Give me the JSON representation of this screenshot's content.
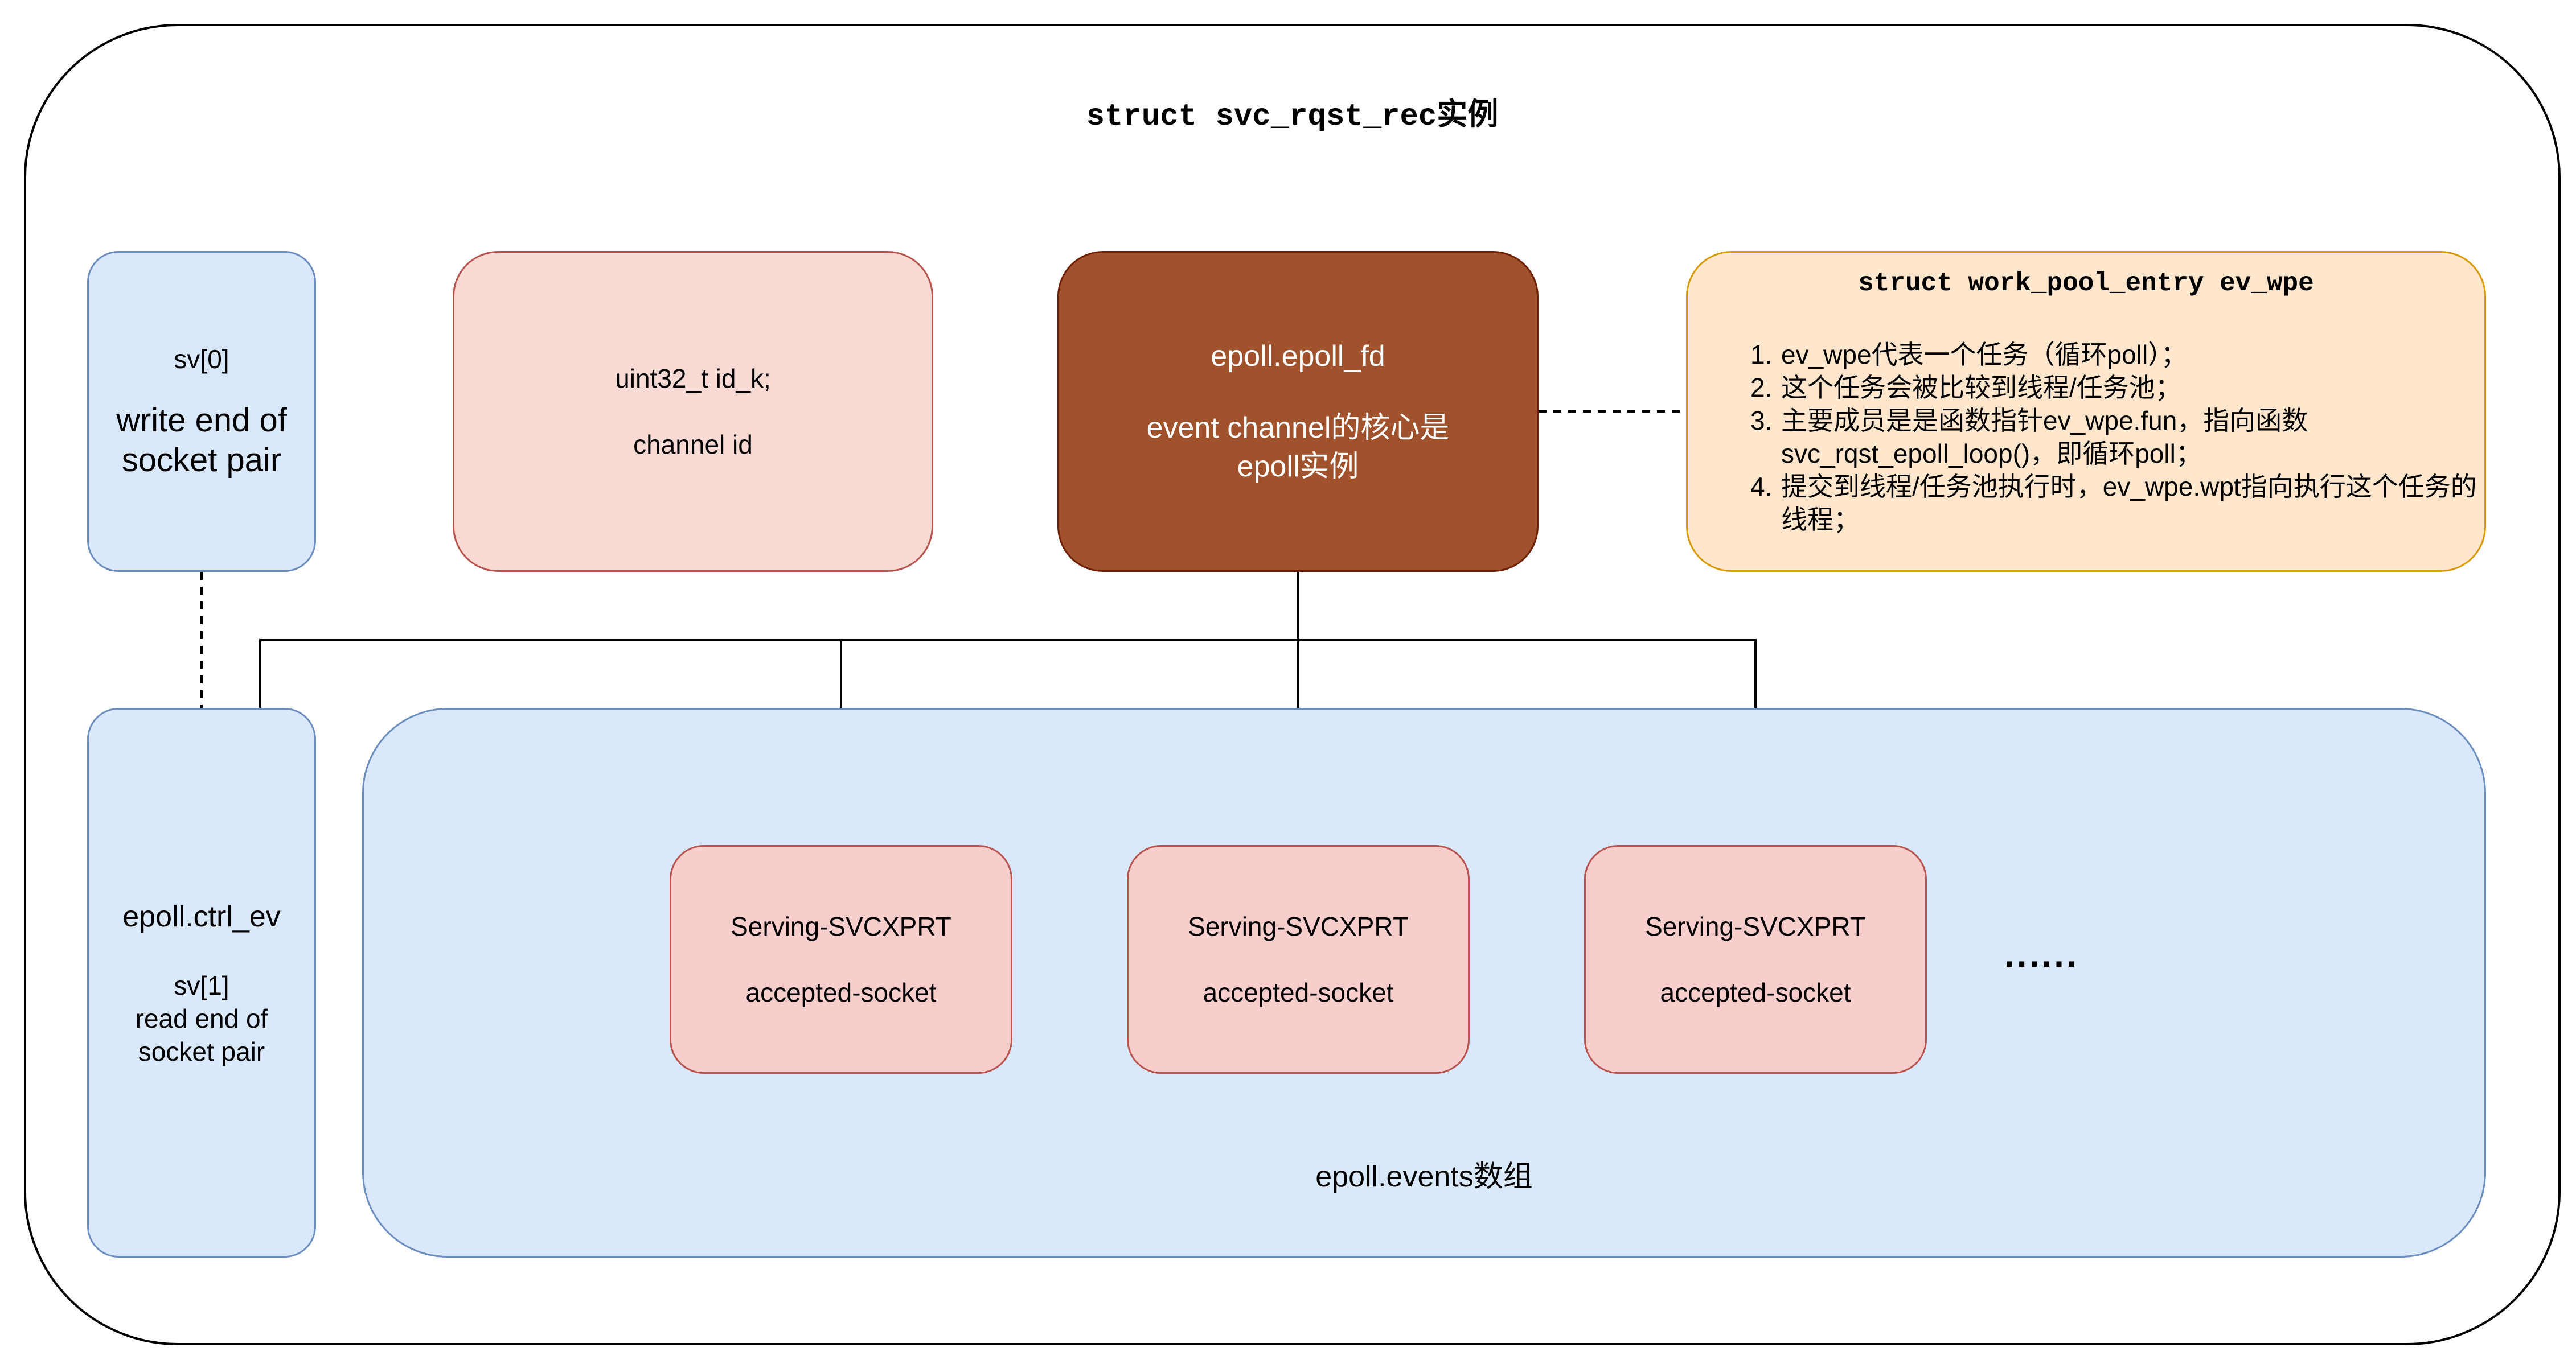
{
  "diagram": {
    "title": "struct svc_rqst_rec实例",
    "sv0": {
      "line1": "sv[0]",
      "line2": "write end of",
      "line3": "socket pair"
    },
    "id_k": {
      "line1": "uint32_t id_k;",
      "line2": "channel id"
    },
    "epoll_fd": {
      "line1": "epoll.epoll_fd",
      "line2": "event channel的核心是",
      "line3": "epoll实例"
    },
    "work_pool_entry": {
      "title": "struct work_pool_entry ev_wpe",
      "items": [
        {
          "num": "1.",
          "text": "ev_wpe代表一个任务（循环poll）；"
        },
        {
          "num": "2.",
          "text": "这个任务会被比较到线程/任务池；"
        },
        {
          "num": "3.",
          "text": "主要成员是是函数指针ev_wpe.fun，指向函数 svc_rqst_epoll_loop()，即循环poll；"
        },
        {
          "num": "4.",
          "text": "提交到线程/任务池执行时，ev_wpe.wpt指向执行这个任务的线程；"
        }
      ]
    },
    "ctrl_ev": {
      "line1": "epoll.ctrl_ev",
      "line2": "sv[1]",
      "line3": "read end of",
      "line4": "socket pair"
    },
    "events_label": "epoll.events数组",
    "serving": [
      {
        "line1": "Serving-SVCXPRT",
        "line2": "accepted-socket"
      },
      {
        "line1": "Serving-SVCXPRT",
        "line2": "accepted-socket"
      },
      {
        "line1": "Serving-SVCXPRT",
        "line2": "accepted-socket"
      }
    ],
    "more": "......"
  },
  "colors": {
    "blue_fill": "#dae8fc",
    "blue_stroke": "#6c8ebf",
    "pink_fill": "#f8cecc",
    "pink_stroke": "#b85450",
    "brown_fill": "#a0522d",
    "orange_fill": "#ffe6cc",
    "orange_stroke": "#d79b00"
  }
}
